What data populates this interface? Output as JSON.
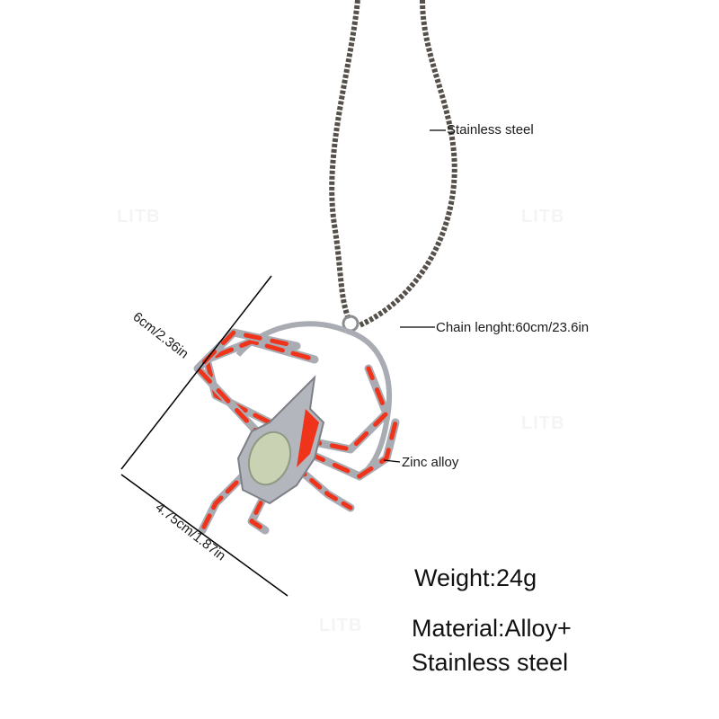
{
  "watermark": "LITB",
  "labels": {
    "chain_material": "Stainless steel",
    "chain_length": "Chain lenght:60cm/23.6in",
    "pendant_height": "6cm/2.36in",
    "pendant_material": "Zinc alloy",
    "pendant_width": "4.75cm/1.87in"
  },
  "specs": {
    "weight": "Weight:24g",
    "material_line1": "Material:Alloy+",
    "material_line2": "Stainless steel"
  },
  "colors": {
    "chain": "#555049",
    "enamel": "#f0341c",
    "silver": "#a9acb3",
    "stone": "#c9d3b4"
  }
}
